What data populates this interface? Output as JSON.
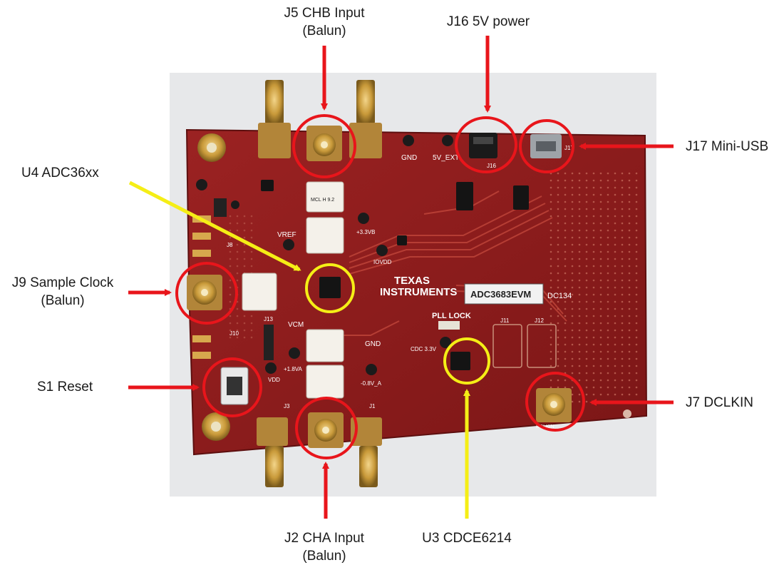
{
  "callouts": {
    "j5": {
      "line1": "J5 CHB Input",
      "line2": "(Balun)"
    },
    "j16": {
      "line1": "J16 5V power"
    },
    "u4": {
      "line1": "U4 ADC36xx"
    },
    "j17": {
      "line1": "J17 Mini-USB"
    },
    "j9": {
      "line1": "J9 Sample Clock",
      "line2": "(Balun)"
    },
    "s1": {
      "line1": "S1 Reset"
    },
    "j7": {
      "line1": "J7 DCLKIN"
    },
    "j2": {
      "line1": "J2 CHA Input",
      "line2": "(Balun)"
    },
    "u3": {
      "line1": "U3 CDCE6214"
    }
  },
  "board": {
    "brand_line1": "TEXAS",
    "brand_line2": "INSTRUMENTS",
    "model": "ADC3683EVM",
    "code": "DC134",
    "pll_lock": "PLL LOCK",
    "vref": "VREF",
    "vcm": "VCM",
    "gnd_top": "GND",
    "gnd_bottom": "GND",
    "five_v_ext": "5V_EXT",
    "j16_silk": "J16",
    "j17_silk": "J17",
    "j11_silk": "J11",
    "j12_silk": "J12",
    "j13_silk": "J13",
    "j10_silk": "J10",
    "j8_silk": "J8",
    "j3_silk": "J3",
    "j1_silk": "J1",
    "dclkin_silk": "DCLKIN",
    "cdc_silk": "CDC 3.3V",
    "v33b_silk": "+3.3VB",
    "iovdd_silk": "IOVDD",
    "vdd_silk": "VDD",
    "v18a_silk": "+1.8VA",
    "neg_silk": "-0.8V_A",
    "balun_silk": "MCL H 9.2"
  },
  "colors": {
    "board": "#8e1c1c",
    "callout_red": "#e8151b",
    "callout_yellow": "#f5ee16",
    "gold": "#c99a3a"
  }
}
